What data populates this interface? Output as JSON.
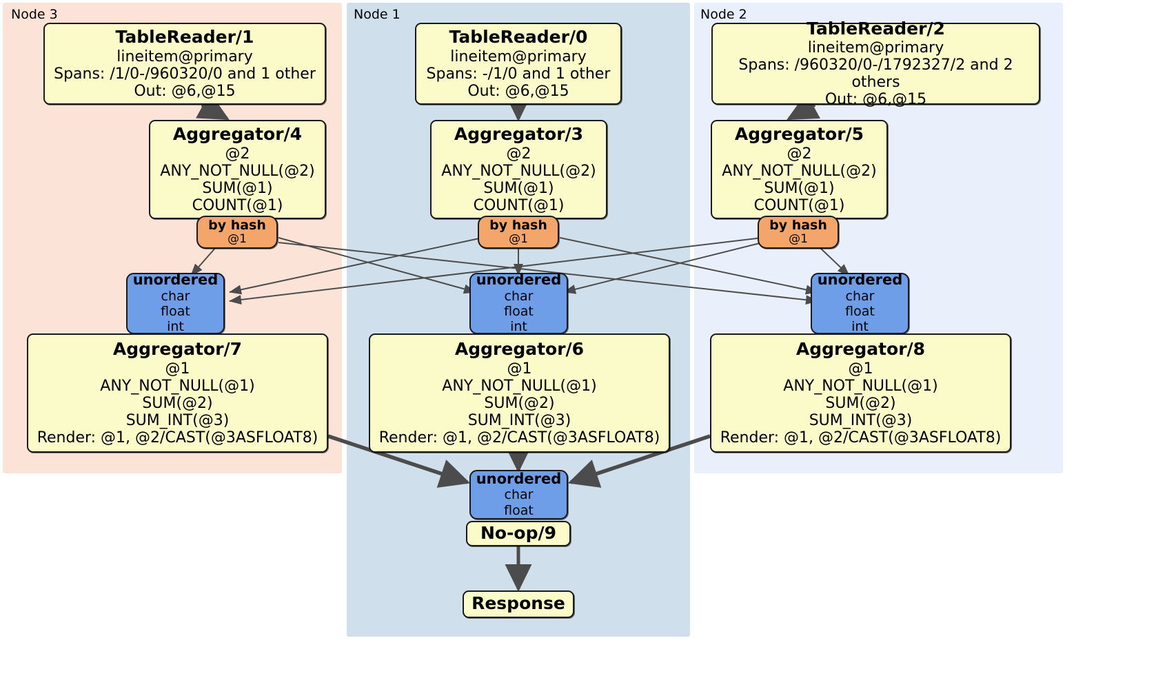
{
  "diagram": {
    "title": "Distributed SQL query plan",
    "colors": {
      "node3_panel": "#fbe3d7",
      "node1_panel": "#cfdfeb",
      "node2_panel": "#eaf0fb",
      "processor_fill": "#fbfbca",
      "router_fill": "#f4a66a",
      "inbox_fill": "#6e9ee8",
      "stroke": "#1a1a1a",
      "edge": "#4c4c4c"
    }
  },
  "clusters": [
    {
      "id": "node3",
      "label": "Node 3"
    },
    {
      "id": "node1",
      "label": "Node 1"
    },
    {
      "id": "node2",
      "label": "Node 2"
    }
  ],
  "nodes": {
    "tablereader_1": {
      "title": "TableReader/1",
      "lines": [
        "lineitem@primary",
        "Spans: /1/0-/960320/0 and 1 other",
        "Out: @6,@15"
      ]
    },
    "tablereader_0": {
      "title": "TableReader/0",
      "lines": [
        "lineitem@primary",
        "Spans: -/1/0 and 1 other",
        "Out: @6,@15"
      ]
    },
    "tablereader_2": {
      "title": "TableReader/2",
      "lines": [
        "lineitem@primary",
        "Spans: /960320/0-/1792327/2 and 2 others",
        "Out: @6,@15"
      ]
    },
    "aggregator_4": {
      "title": "Aggregator/4",
      "lines": [
        "@2",
        "ANY_NOT_NULL(@2)",
        "SUM(@1)",
        "COUNT(@1)"
      ]
    },
    "aggregator_3": {
      "title": "Aggregator/3",
      "lines": [
        "@2",
        "ANY_NOT_NULL(@2)",
        "SUM(@1)",
        "COUNT(@1)"
      ]
    },
    "aggregator_5": {
      "title": "Aggregator/5",
      "lines": [
        "@2",
        "ANY_NOT_NULL(@2)",
        "SUM(@1)",
        "COUNT(@1)"
      ]
    },
    "byhash_left": {
      "title": "by hash",
      "lines": [
        "@1"
      ]
    },
    "byhash_center": {
      "title": "by hash",
      "lines": [
        "@1"
      ]
    },
    "byhash_right": {
      "title": "by hash",
      "lines": [
        "@1"
      ]
    },
    "unordered_left": {
      "title": "unordered",
      "lines": [
        "char",
        "float",
        "int"
      ]
    },
    "unordered_center": {
      "title": "unordered",
      "lines": [
        "char",
        "float",
        "int"
      ]
    },
    "unordered_right": {
      "title": "unordered",
      "lines": [
        "char",
        "float",
        "int"
      ]
    },
    "aggregator_7": {
      "title": "Aggregator/7",
      "lines": [
        "@1",
        "ANY_NOT_NULL(@1)",
        "SUM(@2)",
        "SUM_INT(@3)",
        "Render: @1, @2/CAST(@3ASFLOAT8)"
      ]
    },
    "aggregator_6": {
      "title": "Aggregator/6",
      "lines": [
        "@1",
        "ANY_NOT_NULL(@1)",
        "SUM(@2)",
        "SUM_INT(@3)",
        "Render: @1, @2/CAST(@3ASFLOAT8)"
      ]
    },
    "aggregator_8": {
      "title": "Aggregator/8",
      "lines": [
        "@1",
        "ANY_NOT_NULL(@1)",
        "SUM(@2)",
        "SUM_INT(@3)",
        "Render: @1, @2/CAST(@3ASFLOAT8)"
      ]
    },
    "unordered_final": {
      "title": "unordered",
      "lines": [
        "char",
        "float"
      ]
    },
    "noop_9": {
      "title": "No-op/9",
      "lines": []
    },
    "response": {
      "title": "Response",
      "lines": []
    }
  }
}
